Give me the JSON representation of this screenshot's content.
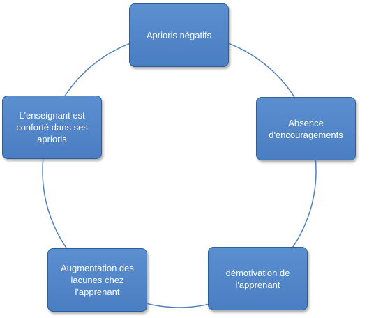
{
  "diagram": {
    "type": "cycle",
    "line_color": "#4f81bd",
    "box_color": "#4f81bd",
    "box_border_color": "#2f5e96",
    "text_color": "#ffffff",
    "nodes": [
      {
        "id": "n1",
        "label": "Aprioris négatifs"
      },
      {
        "id": "n2",
        "label": "Absence d'encouragements"
      },
      {
        "id": "n3",
        "label": "démotivation de l'apprenant"
      },
      {
        "id": "n4",
        "label": "Augmentation des lacunes chez l'apprenant"
      },
      {
        "id": "n5",
        "label": "L'enseignant est conforté dans ses aprioris"
      }
    ]
  }
}
